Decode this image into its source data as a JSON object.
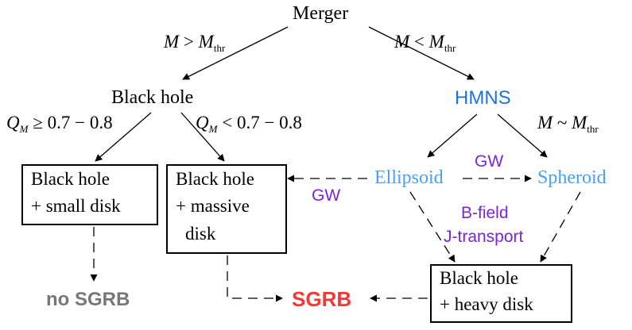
{
  "nodes": {
    "merger": "Merger",
    "black_hole": "Black  hole",
    "hmns": "HMNS",
    "ellipsoid": "Ellipsoid",
    "spheroid": "Spheroid",
    "no_sgrb": "no SGRB",
    "sgrb": "SGRB"
  },
  "boxes": {
    "small_disk": [
      "Black  hole",
      "+ small  disk"
    ],
    "massive_disk": [
      "Black  hole",
      "+ massive",
      "disk"
    ],
    "heavy_disk": [
      "Black  hole",
      "+ heavy  disk"
    ]
  },
  "conditions": {
    "mass_above": {
      "var": "M",
      "op": ">",
      "sub": "thr"
    },
    "mass_below": {
      "var": "M",
      "op": "<",
      "sub": "thr"
    },
    "mass_approx": {
      "var": "M",
      "op": "~",
      "sub": "thr"
    },
    "q_high": {
      "var": "Q",
      "sub": "M",
      "expr": "≥ 0.7 − 0.8"
    },
    "q_low": {
      "var": "Q",
      "sub": "M",
      "expr": "< 0.7 − 0.8"
    }
  },
  "labels": {
    "gw_left": "GW",
    "gw_right": "GW",
    "bfield": "B-field",
    "jtransport": "J-transport"
  },
  "colors": {
    "hmns": "#1f73d6",
    "ellipsoid_spheroid": "#4a9ff0",
    "purple": "#7a25d9",
    "sgrb": "#f03a3a",
    "no_sgrb": "#777777"
  }
}
